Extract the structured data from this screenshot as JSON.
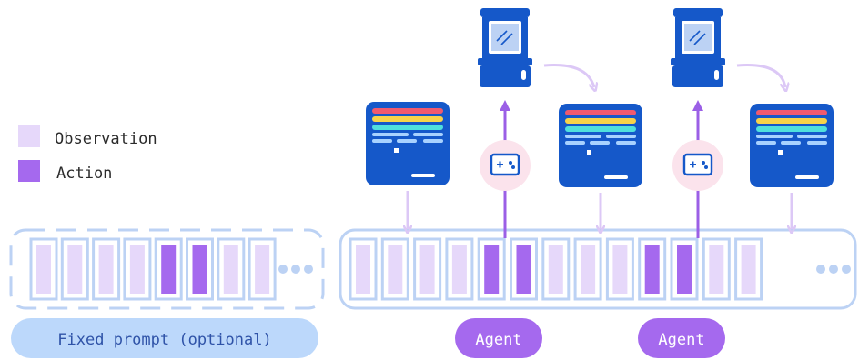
{
  "legend": {
    "observation_label": "Observation",
    "action_label": "Action"
  },
  "labels": {
    "fixed_prompt": "Fixed prompt (optional)",
    "agent_1": "Agent",
    "agent_2": "Agent"
  },
  "sequences": {
    "prompt_tokens": [
      "observation",
      "observation",
      "observation",
      "observation",
      "action",
      "action",
      "observation",
      "observation"
    ],
    "main_tokens": [
      "observation",
      "observation",
      "observation",
      "observation",
      "action",
      "action",
      "observation",
      "observation",
      "observation",
      "action",
      "action",
      "observation",
      "observation"
    ]
  },
  "colors": {
    "observation": "#e6d8fa",
    "action": "#a569ee",
    "token_border": "#bcd2f4",
    "frame": "#bcd2f4",
    "screen_blue": "#1558c9",
    "fixed_prompt_bg": "#bcd8fb",
    "agent_bg": "#a569ee",
    "obs_arrow": "#dcc8f6",
    "act_arrow": "#9b5fe6",
    "gamepad_bg": "#fbe3ec"
  },
  "icons": {
    "arcade": "arcade-cabinet-icon",
    "screen": "breakout-screen-icon",
    "gamepad": "gamepad-icon",
    "ellipsis": "ellipsis-icon"
  }
}
